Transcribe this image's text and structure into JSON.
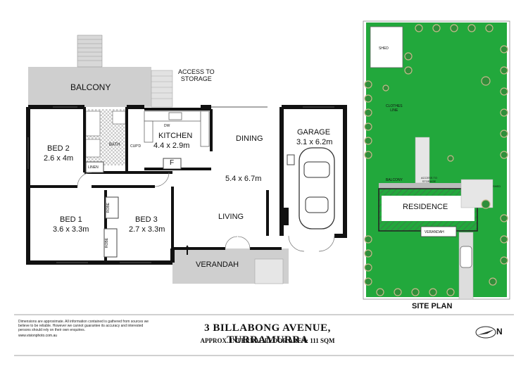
{
  "floorplan": {
    "rooms": {
      "balcony": "BALCONY",
      "access": "ACCESS TO\nSTORAGE",
      "bed2": "BED 2",
      "bed2_size": "2.6 x 4m",
      "bath": "BATH",
      "linen": "LINEN",
      "kitchen": "KITCHEN",
      "kitchen_size": "4.4 x 2.9m",
      "dw": "DW",
      "cupd": "CUP'D",
      "fridge": "F",
      "dining": "DINING",
      "garage": "GARAGE",
      "garage_size": "3.1 x 6.2m",
      "living_size": "5.4 x 6.7m",
      "living": "LIVING",
      "robe1": "ROBE",
      "robe2": "ROBE",
      "bed1": "BED 1",
      "bed1_size": "3.6 x 3.3m",
      "bed3": "BED 3",
      "bed3_size": "2.7 x 3.3m",
      "verandah": "VERANDAH"
    }
  },
  "siteplan": {
    "title": "SITE PLAN",
    "shed": "SHED",
    "clothes_line": "CLOTHES\nLINE",
    "balcony": "BALCONY",
    "access": "ACCESS TO\nSTORAGE",
    "residence": "RESIDENCE",
    "verandah": "VERANDAH",
    "shed2": "SHED"
  },
  "footer": {
    "disclaimer": "Dimensions are approximate. All information contained is gathered from sources we believe to be reliable. However we cannot guarantee its accuracy and interested persons should rely on their own enquiries.",
    "website": "www.visionphoto.com.au",
    "address": "3 BILLABONG AVENUE, TURRAMURRA",
    "area": "APPROX. INTERNAL FLOOR AREA: 111 SQM",
    "compass_label": "N"
  },
  "colors": {
    "wall": "#111111",
    "grey": "#cfcfcf",
    "lawn": "#22a83c",
    "lawn_dark": "#178a2d",
    "path": "#b9a98a",
    "shrub": "#2f8f3a"
  }
}
